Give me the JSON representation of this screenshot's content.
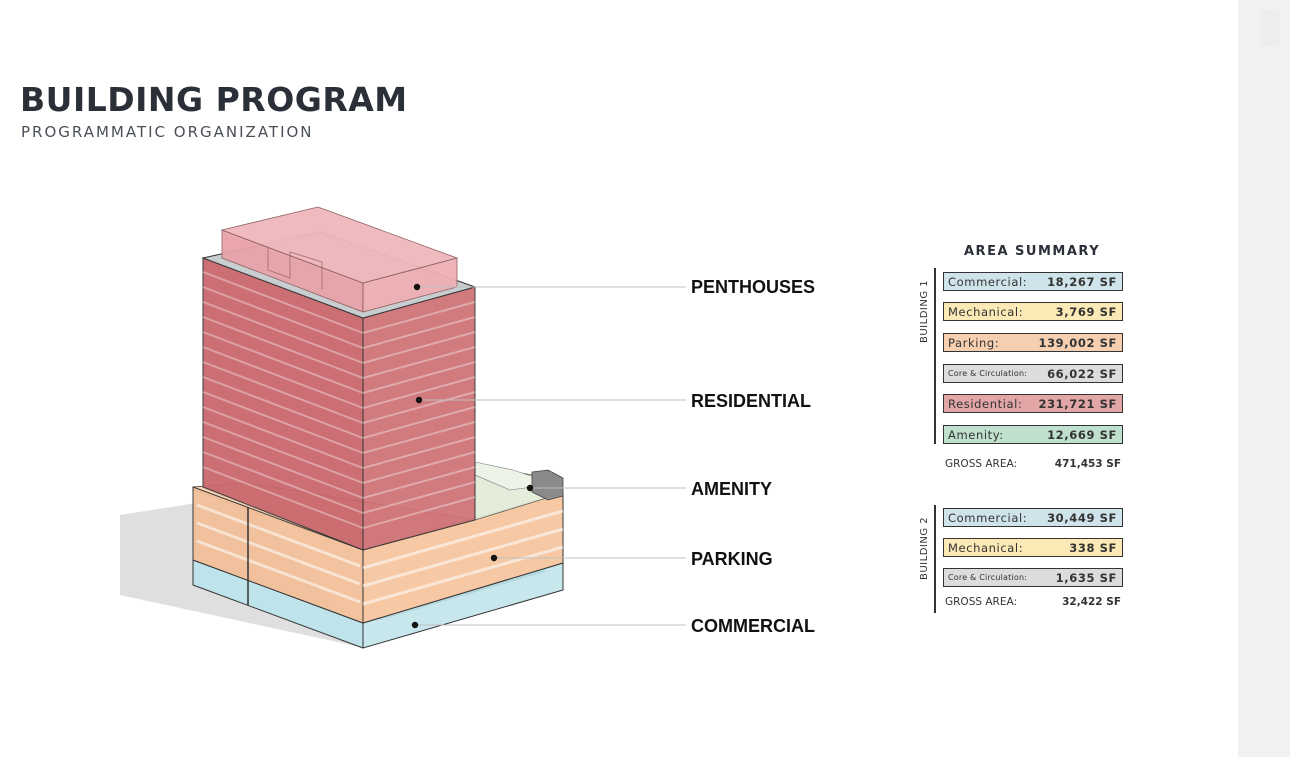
{
  "header": {
    "title": "BUILDING PROGRAM",
    "subtitle": "PROGRAMMATIC ORGANIZATION"
  },
  "labels": {
    "penthouses": "PENTHOUSES",
    "residential": "RESIDENTIAL",
    "amenity": "AMENITY",
    "parking": "PARKING",
    "commercial": "COMMERCIAL"
  },
  "area_summary": {
    "title": "AREA SUMMARY",
    "building1": {
      "name": "BUILDING 1",
      "rows": [
        {
          "label": "Commercial:",
          "value": "18,267 SF",
          "color": "#cfe3ea"
        },
        {
          "label": "Mechanical:",
          "value": "3,769 SF",
          "color": "#fbe9b6"
        },
        {
          "label": "Parking:",
          "value": "139,002 SF",
          "color": "#f6cfb1"
        },
        {
          "label": "Core & Circulation:",
          "value": "66,022 SF",
          "color": "#dcdcdc"
        },
        {
          "label": "Residential:",
          "value": "231,721 SF",
          "color": "#e3a6a6"
        },
        {
          "label": "Amenity:",
          "value": "12,669 SF",
          "color": "#bfe0cc"
        }
      ],
      "gross_label": "GROSS AREA:",
      "gross_value": "471,453 SF"
    },
    "building2": {
      "name": "BUILDING 2",
      "rows": [
        {
          "label": "Commercial:",
          "value": "30,449 SF",
          "color": "#cfe3ea"
        },
        {
          "label": "Mechanical:",
          "value": "338 SF",
          "color": "#fbe9b6"
        },
        {
          "label": "Core & Circulation:",
          "value": "1,635 SF",
          "color": "#dcdcdc"
        }
      ],
      "gross_label": "GROSS AREA:",
      "gross_value": "32,422 SF"
    }
  },
  "colors": {
    "residential": "#c96a70",
    "penthouse": "#e8a3a8",
    "parking": "#f3c09a",
    "commercial": "#bfe3ea",
    "amenity": "#dfe9d6",
    "shadow": "#d6d6d6"
  }
}
